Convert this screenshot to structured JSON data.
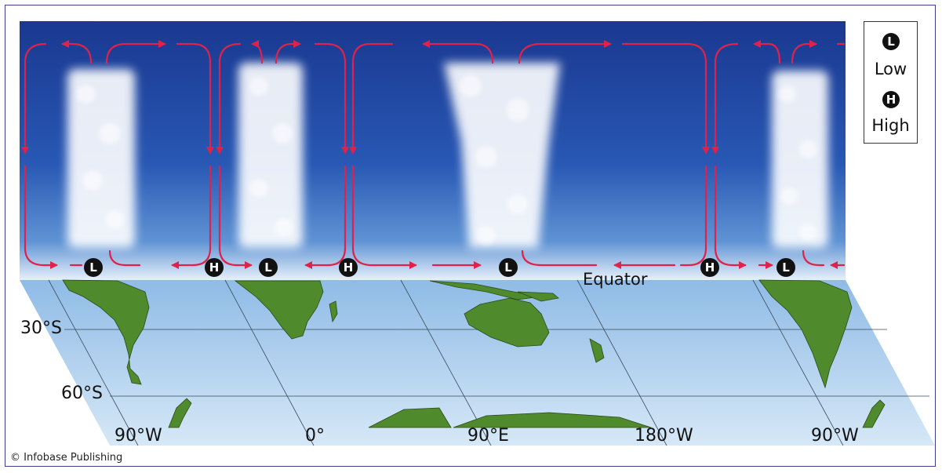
{
  "legend": {
    "low_symbol": "L",
    "low_label": "Low",
    "high_symbol": "H",
    "high_label": "High"
  },
  "pressure_centers": [
    "L",
    "H",
    "L",
    "H",
    "L",
    "H",
    "L"
  ],
  "equator_label": "Equator",
  "latitude_labels": [
    "30°S",
    "60°S"
  ],
  "longitude_labels": [
    "90°W",
    "0°",
    "90°E",
    "180°W",
    "90°W"
  ],
  "credit": "© Infobase Publishing",
  "colors": {
    "sky_top": "#1c3c96",
    "sky_bottom": "#6a9bd6",
    "arrow": "#e0214a",
    "land": "#4f8a2c",
    "ocean": "#a9cdee",
    "frame": "#3b3f8c"
  }
}
